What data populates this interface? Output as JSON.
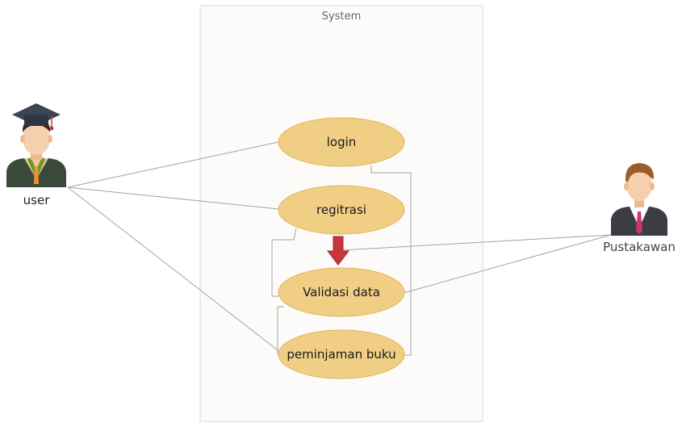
{
  "system": {
    "title": "System"
  },
  "actors": {
    "user": {
      "label": "user"
    },
    "staff": {
      "label": "Pustakawan"
    }
  },
  "usecases": {
    "login": "login",
    "registrasi": "regitrasi",
    "validasi": "Validasi data",
    "peminjaman": "peminjaman buku"
  },
  "colors": {
    "usecase_fill": "#f0cf85",
    "usecase_stroke": "#e0b45c",
    "system_fill": "#fcfbf9",
    "system_stroke": "#d8d8d8",
    "link": "#a3a3a3",
    "arrow_fill": "#c8363b",
    "arrow_stroke": "#9c2a2e"
  },
  "icons": {
    "user": "graduate-person-icon",
    "staff": "businessman-icon",
    "flow": "down-arrow-icon"
  }
}
